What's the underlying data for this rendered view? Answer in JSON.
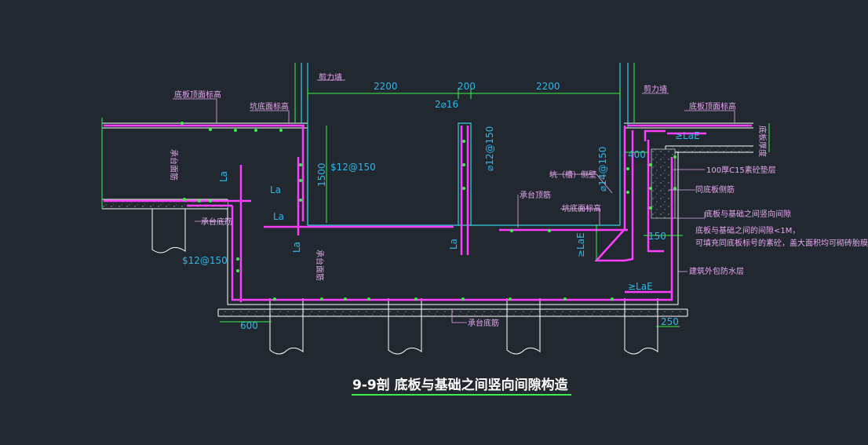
{
  "colors": {
    "background": "#212830",
    "concrete_outline": "#ffffff",
    "wall_line": "#35d0e0",
    "rebar": "#ff3dff",
    "dimension_line": "#3bf04a",
    "dimension_text": "#2fb7e8",
    "note_text": "#e6a8ef",
    "title_underline": "#3bf04a"
  },
  "title": "9-9剖 底板与基础之间竖向间隙构造",
  "dimensions": {
    "span_left": "2200",
    "wall_gap": "200",
    "span_right": "2200",
    "pit_depth": "1500",
    "width_400": "400",
    "width_150": "150",
    "width_600": "600",
    "width_250": "250"
  },
  "rebar_labels": {
    "la_1": "La",
    "la_2": "La",
    "la_3": "La",
    "la_4": "La",
    "la_5": "La",
    "rebar_2d16": "2⌀16",
    "rebar_12_150_a": "$12@150",
    "rebar_12_150_b": "$12@150",
    "rebar_12_150_c": "⌀12@150",
    "rebar_14_150": "⌀14@150",
    "lae_1": "≥LaE",
    "lae_2": "≥LaE",
    "lae_3": "≥LaE"
  },
  "notes": {
    "shear_wall_left": "剪力墙",
    "shear_wall_right": "剪力墙",
    "slab_top_elev_left": "底板顶面标高",
    "slab_top_elev_right": "底板顶面标高",
    "pit_bottom_elev_1": "坑底面标高",
    "pit_bottom_elev_2": "坑底面标高",
    "cap_top_bar_vertical": "承台面筋",
    "cap_side_bar": "承台底筋",
    "cap_side_bar_vertical": "承台面筋",
    "cap_top_bar": "承台顶筋",
    "cap_bottom_bar": "承台底筋",
    "pit_side_wall": "坑（槽）侧壁",
    "c15_cushion": "100厚C15素砼垫层",
    "same_slab_side_bar": "同底板侧筋",
    "gap_label": "底板与基础之间竖向间隙",
    "gap_note_line1": "底板与基础之间的间隙<1M，",
    "gap_note_line2": "可填充同底板标号的素砼，盖大面积均可砌砖胎膜。",
    "waterproof": "建筑外包防水层",
    "slab_thickness": "底板厚度"
  }
}
